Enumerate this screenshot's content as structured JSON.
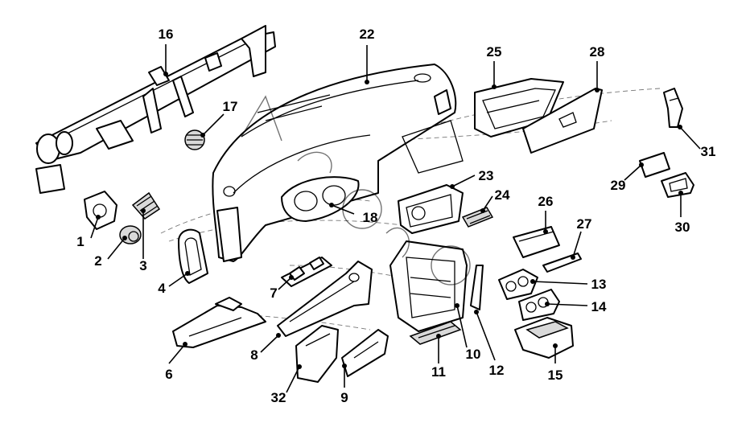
{
  "diagram": {
    "callouts": [
      {
        "id": "c1",
        "label": "1"
      },
      {
        "id": "c2",
        "label": "2"
      },
      {
        "id": "c3",
        "label": "3"
      },
      {
        "id": "c4",
        "label": "4"
      },
      {
        "id": "c6",
        "label": "6"
      },
      {
        "id": "c7",
        "label": "7"
      },
      {
        "id": "c8",
        "label": "8"
      },
      {
        "id": "c9",
        "label": "9"
      },
      {
        "id": "c10",
        "label": "10"
      },
      {
        "id": "c11",
        "label": "11"
      },
      {
        "id": "c12",
        "label": "12"
      },
      {
        "id": "c13",
        "label": "13"
      },
      {
        "id": "c14",
        "label": "14"
      },
      {
        "id": "c15",
        "label": "15"
      },
      {
        "id": "c16",
        "label": "16"
      },
      {
        "id": "c17",
        "label": "17"
      },
      {
        "id": "c18",
        "label": "18"
      },
      {
        "id": "c22",
        "label": "22"
      },
      {
        "id": "c23",
        "label": "23"
      },
      {
        "id": "c24",
        "label": "24"
      },
      {
        "id": "c25",
        "label": "25"
      },
      {
        "id": "c26",
        "label": "26"
      },
      {
        "id": "c27",
        "label": "27"
      },
      {
        "id": "c28",
        "label": "28"
      },
      {
        "id": "c29",
        "label": "29"
      },
      {
        "id": "c30",
        "label": "30"
      },
      {
        "id": "c31",
        "label": "31"
      },
      {
        "id": "c32",
        "label": "32"
      }
    ]
  }
}
